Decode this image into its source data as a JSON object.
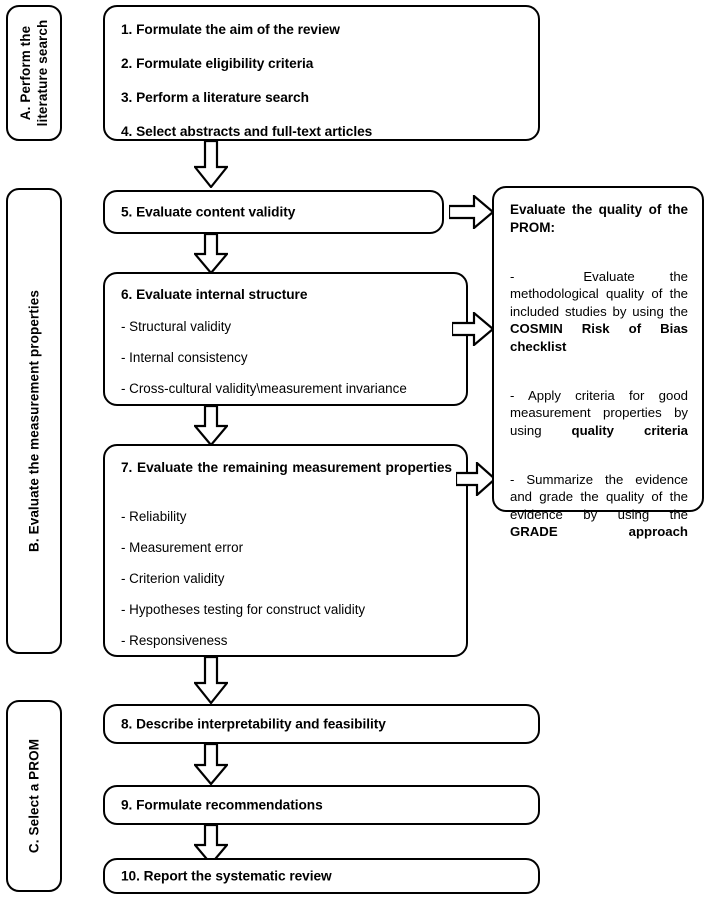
{
  "diagram": {
    "title": "COSMIN systematic review of PROMs — 10 step flowchart",
    "phases": [
      {
        "id": "A",
        "label": "A. Perform the\nliterature search",
        "label_lines": [
          "A. Perform the",
          "literature search"
        ]
      },
      {
        "id": "B",
        "label": "B. Evaluate the measurement properties",
        "label_lines": [
          "B. Evaluate the measurement properties"
        ]
      },
      {
        "id": "C",
        "label": "C. Select a PROM",
        "label_lines": [
          "C. Select a PROM"
        ]
      }
    ],
    "steps": [
      {
        "number": "1",
        "title": "1. Formulate the aim of the review",
        "bullets": []
      },
      {
        "number": "2",
        "title": "2. Formulate eligibility criteria",
        "bullets": []
      },
      {
        "number": "3",
        "title": "3. Perform a literature search",
        "bullets": []
      },
      {
        "number": "4",
        "title": "4. Select abstracts and full-text articles",
        "bullets": []
      },
      {
        "number": "5",
        "title": "5. Evaluate content validity",
        "bullets": []
      },
      {
        "number": "6",
        "title": "6. Evaluate internal structure",
        "bullets": [
          "- Structural validity",
          "- Internal consistency",
          "- Cross-cultural validity\\measurement invariance"
        ]
      },
      {
        "number": "7",
        "title": "7. Evaluate the remaining measurement properties",
        "bullets": [
          "- Reliability",
          "- Measurement error",
          "- Criterion validity",
          "- Hypotheses testing for construct validity",
          "- Responsiveness"
        ]
      },
      {
        "number": "8",
        "title": "8. Describe interpretability and feasibility",
        "bullets": []
      },
      {
        "number": "9",
        "title": "9. Formulate recommendations",
        "bullets": []
      },
      {
        "number": "10",
        "title": "10. Report the systematic review",
        "bullets": []
      }
    ],
    "quality_panel": {
      "heading": "Evaluate the quality of the PROM:",
      "items": [
        {
          "lead": "-",
          "text_before": "Evaluate the methodological quality of the included studies by using the ",
          "bold": "COSMIN Risk of Bias checklist",
          "text_after": ""
        },
        {
          "lead": "-",
          "text_before": "Apply criteria for good measurement properties by using ",
          "bold": "quality criteria",
          "text_after": ""
        },
        {
          "lead": "-",
          "text_before": "Summarize the evidence and grade the quality of the evidence by using the ",
          "bold": "GRADE approach",
          "text_after": ""
        }
      ]
    },
    "arrows": {
      "down_count": 6,
      "right_count": 3,
      "style": "hollow-block-arrow"
    },
    "colors": {
      "stroke": "#000000",
      "fill": "#ffffff",
      "background": "#ffffff"
    }
  }
}
